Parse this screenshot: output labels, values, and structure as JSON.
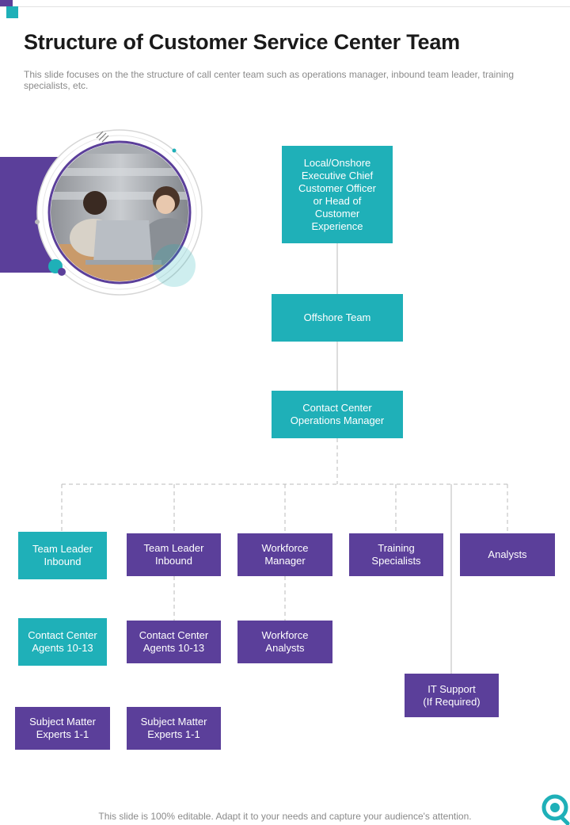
{
  "header": {
    "title": "Structure of Customer Service Center Team",
    "subtitle": "This slide focuses on the the structure of call center team such as operations manager, inbound team leader, training specialists, etc."
  },
  "org": {
    "ceo": "Local/Onshore\nExecutive Chief\nCustomer Officer\nor Head of\nCustomer\nExperience",
    "offshore": "Offshore Team",
    "ops_manager": "Contact Center\nOperations Manager",
    "col1": {
      "lead": "Team Leader\nInbound",
      "agents": "Contact Center\nAgents 10-13",
      "sme": "Subject Matter\nExperts 1-1"
    },
    "col2": {
      "lead": "Team Leader\nInbound",
      "agents": "Contact Center\nAgents 10-13",
      "sme": "Subject Matter\nExperts 1-1"
    },
    "col3": {
      "lead": "Workforce\nManager",
      "analysts": "Workforce\nAnalysts"
    },
    "col4": {
      "lead": "Training\nSpecialists"
    },
    "col5": {
      "lead": "Analysts"
    },
    "it_support": "IT Support\n(If Required)"
  },
  "footer": {
    "note": "This slide is 100% editable. Adapt it to your needs and capture your audience's attention."
  },
  "colors": {
    "teal": "#1fb0b8",
    "purple": "#5b3f9a",
    "connector": "#bbbbbb"
  },
  "icons": {
    "logo": "headset-logo-icon"
  }
}
